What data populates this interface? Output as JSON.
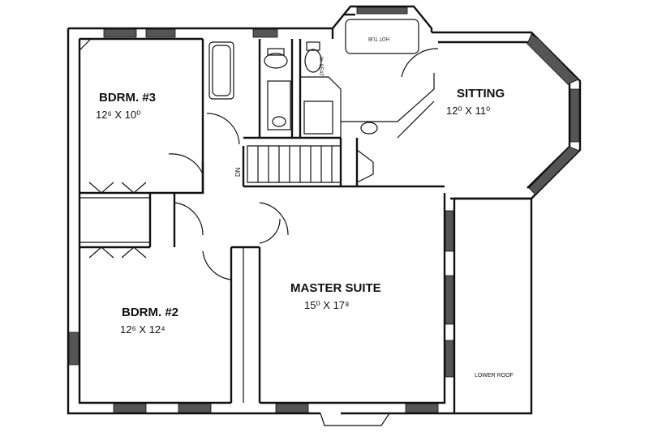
{
  "rooms": [
    {
      "id": "bdrm3",
      "name": "BDRM. #3",
      "dims": "12⁶ X 10⁰"
    },
    {
      "id": "sitting",
      "name": "SITTING",
      "dims": "12⁰ X 11⁰"
    },
    {
      "id": "master",
      "name": "MASTER SUITE",
      "dims": "15⁰ X 17⁸"
    },
    {
      "id": "bdrm2",
      "name": "BDRM. #2",
      "dims": "12⁶ X 12⁴"
    }
  ],
  "notes": {
    "lower_roof": "LOWER ROOF",
    "stair": "DN",
    "window_seat": "W. SEAT",
    "hot_tub": "HOT TUB"
  }
}
